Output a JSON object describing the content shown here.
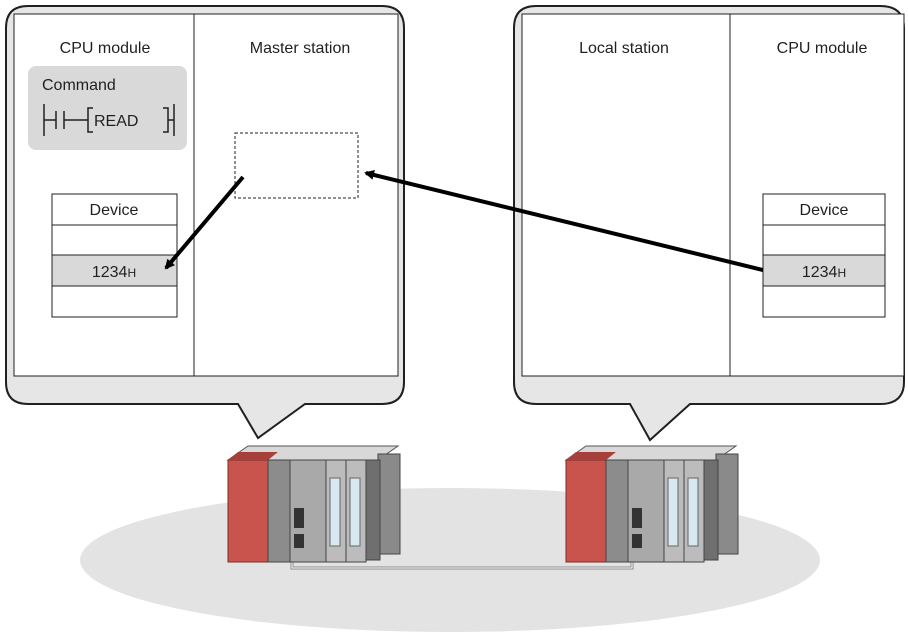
{
  "left_panel": {
    "cpu_title": "CPU module",
    "master_title": "Master station",
    "command_label": "Command",
    "instruction": "READ",
    "device_header": "Device",
    "device_value": "1234",
    "device_value_suffix": "H"
  },
  "right_panel": {
    "local_title": "Local station",
    "cpu_title": "CPU module",
    "device_header": "Device",
    "device_value": "1234",
    "device_value_suffix": "H"
  },
  "colors": {
    "panel_border": "#231f20",
    "panel_fill": "#ffffff",
    "panel_base": "#e6e6e6",
    "command_box": "#d9d9d9",
    "highlight_cell": "#d9d9d9",
    "network_ellipse": "#e3e3e3",
    "plc_red": "#c9534d",
    "plc_gray": "#6f6f6f",
    "arrow": "#000000"
  },
  "icons": [
    "plc-rack-icon",
    "ladder-contact-icon",
    "network-cable-icon"
  ]
}
